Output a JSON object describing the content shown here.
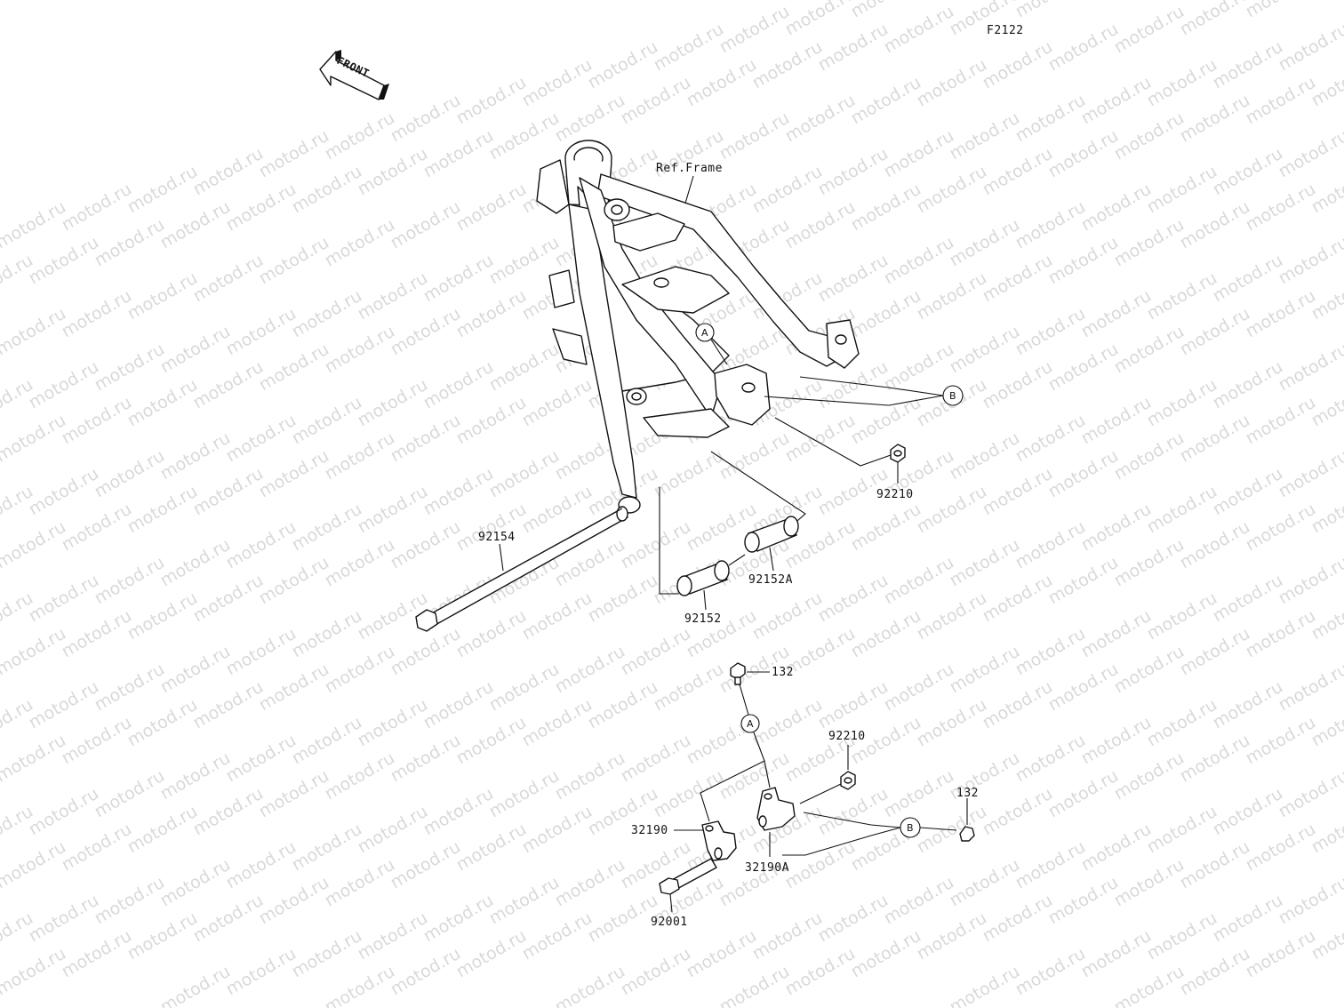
{
  "figure_code": "F2122",
  "watermark": "motod.ru",
  "front_label": "FRONT",
  "ref_frame_label": "Ref.Frame",
  "callouts": {
    "a": "A",
    "b": "B"
  },
  "parts": {
    "p92154": "92154",
    "p92152": "92152",
    "p92152a": "92152A",
    "p92210_top": "92210",
    "p92210_bottom": "92210",
    "p132_top": "132",
    "p132_right": "132",
    "p32190": "32190",
    "p32190a": "32190A",
    "p92001": "92001"
  }
}
